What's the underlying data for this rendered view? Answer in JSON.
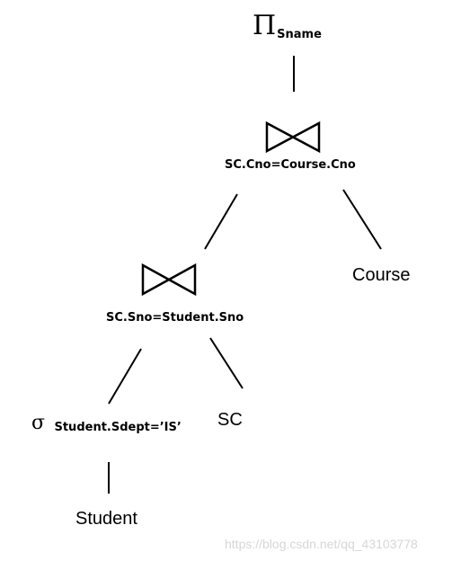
{
  "root": {
    "symbol": "Π",
    "attribute": "Sname"
  },
  "join_top": {
    "condition": "SC.Cno=Course.Cno"
  },
  "join_bottom": {
    "condition": "SC.Sno=Student.Sno"
  },
  "selection": {
    "symbol": "σ",
    "condition": "Student.Sdept=’IS’"
  },
  "leaves": {
    "course": "Course",
    "sc": "SC",
    "student": "Student"
  },
  "watermark": "https://blog.csdn.net/qq_43103778"
}
